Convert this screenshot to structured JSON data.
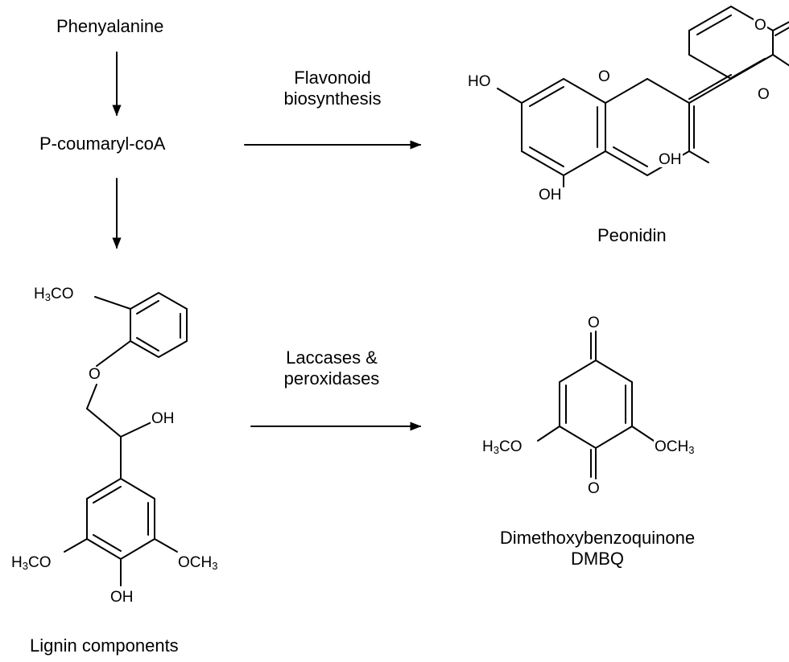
{
  "pathway": {
    "start": "Phenyalanine",
    "intermediate": "P-coumaryl-coA",
    "branch_top_label_line1": "Flavonoid",
    "branch_top_label_line2": "biosynthesis",
    "branch_bottom_label_line1": "Laccases &",
    "branch_bottom_label_line2": "peroxidases"
  },
  "products": {
    "peonidin_name": "Peonidin",
    "lignin_name": "Lignin components",
    "dmbq_name_line1": "Dimethoxybenzoquinone",
    "dmbq_name_line2": "DMBQ"
  },
  "atoms": {
    "ho": "HO",
    "oh": "OH",
    "o": "O",
    "h3co_prefix": "H",
    "h3co_sub": "3",
    "h3co_suffix": "CO",
    "och3_prefix": "OCH",
    "och3_sub": "3"
  },
  "colors": {
    "ink": "#000000",
    "background": "#ffffff"
  }
}
